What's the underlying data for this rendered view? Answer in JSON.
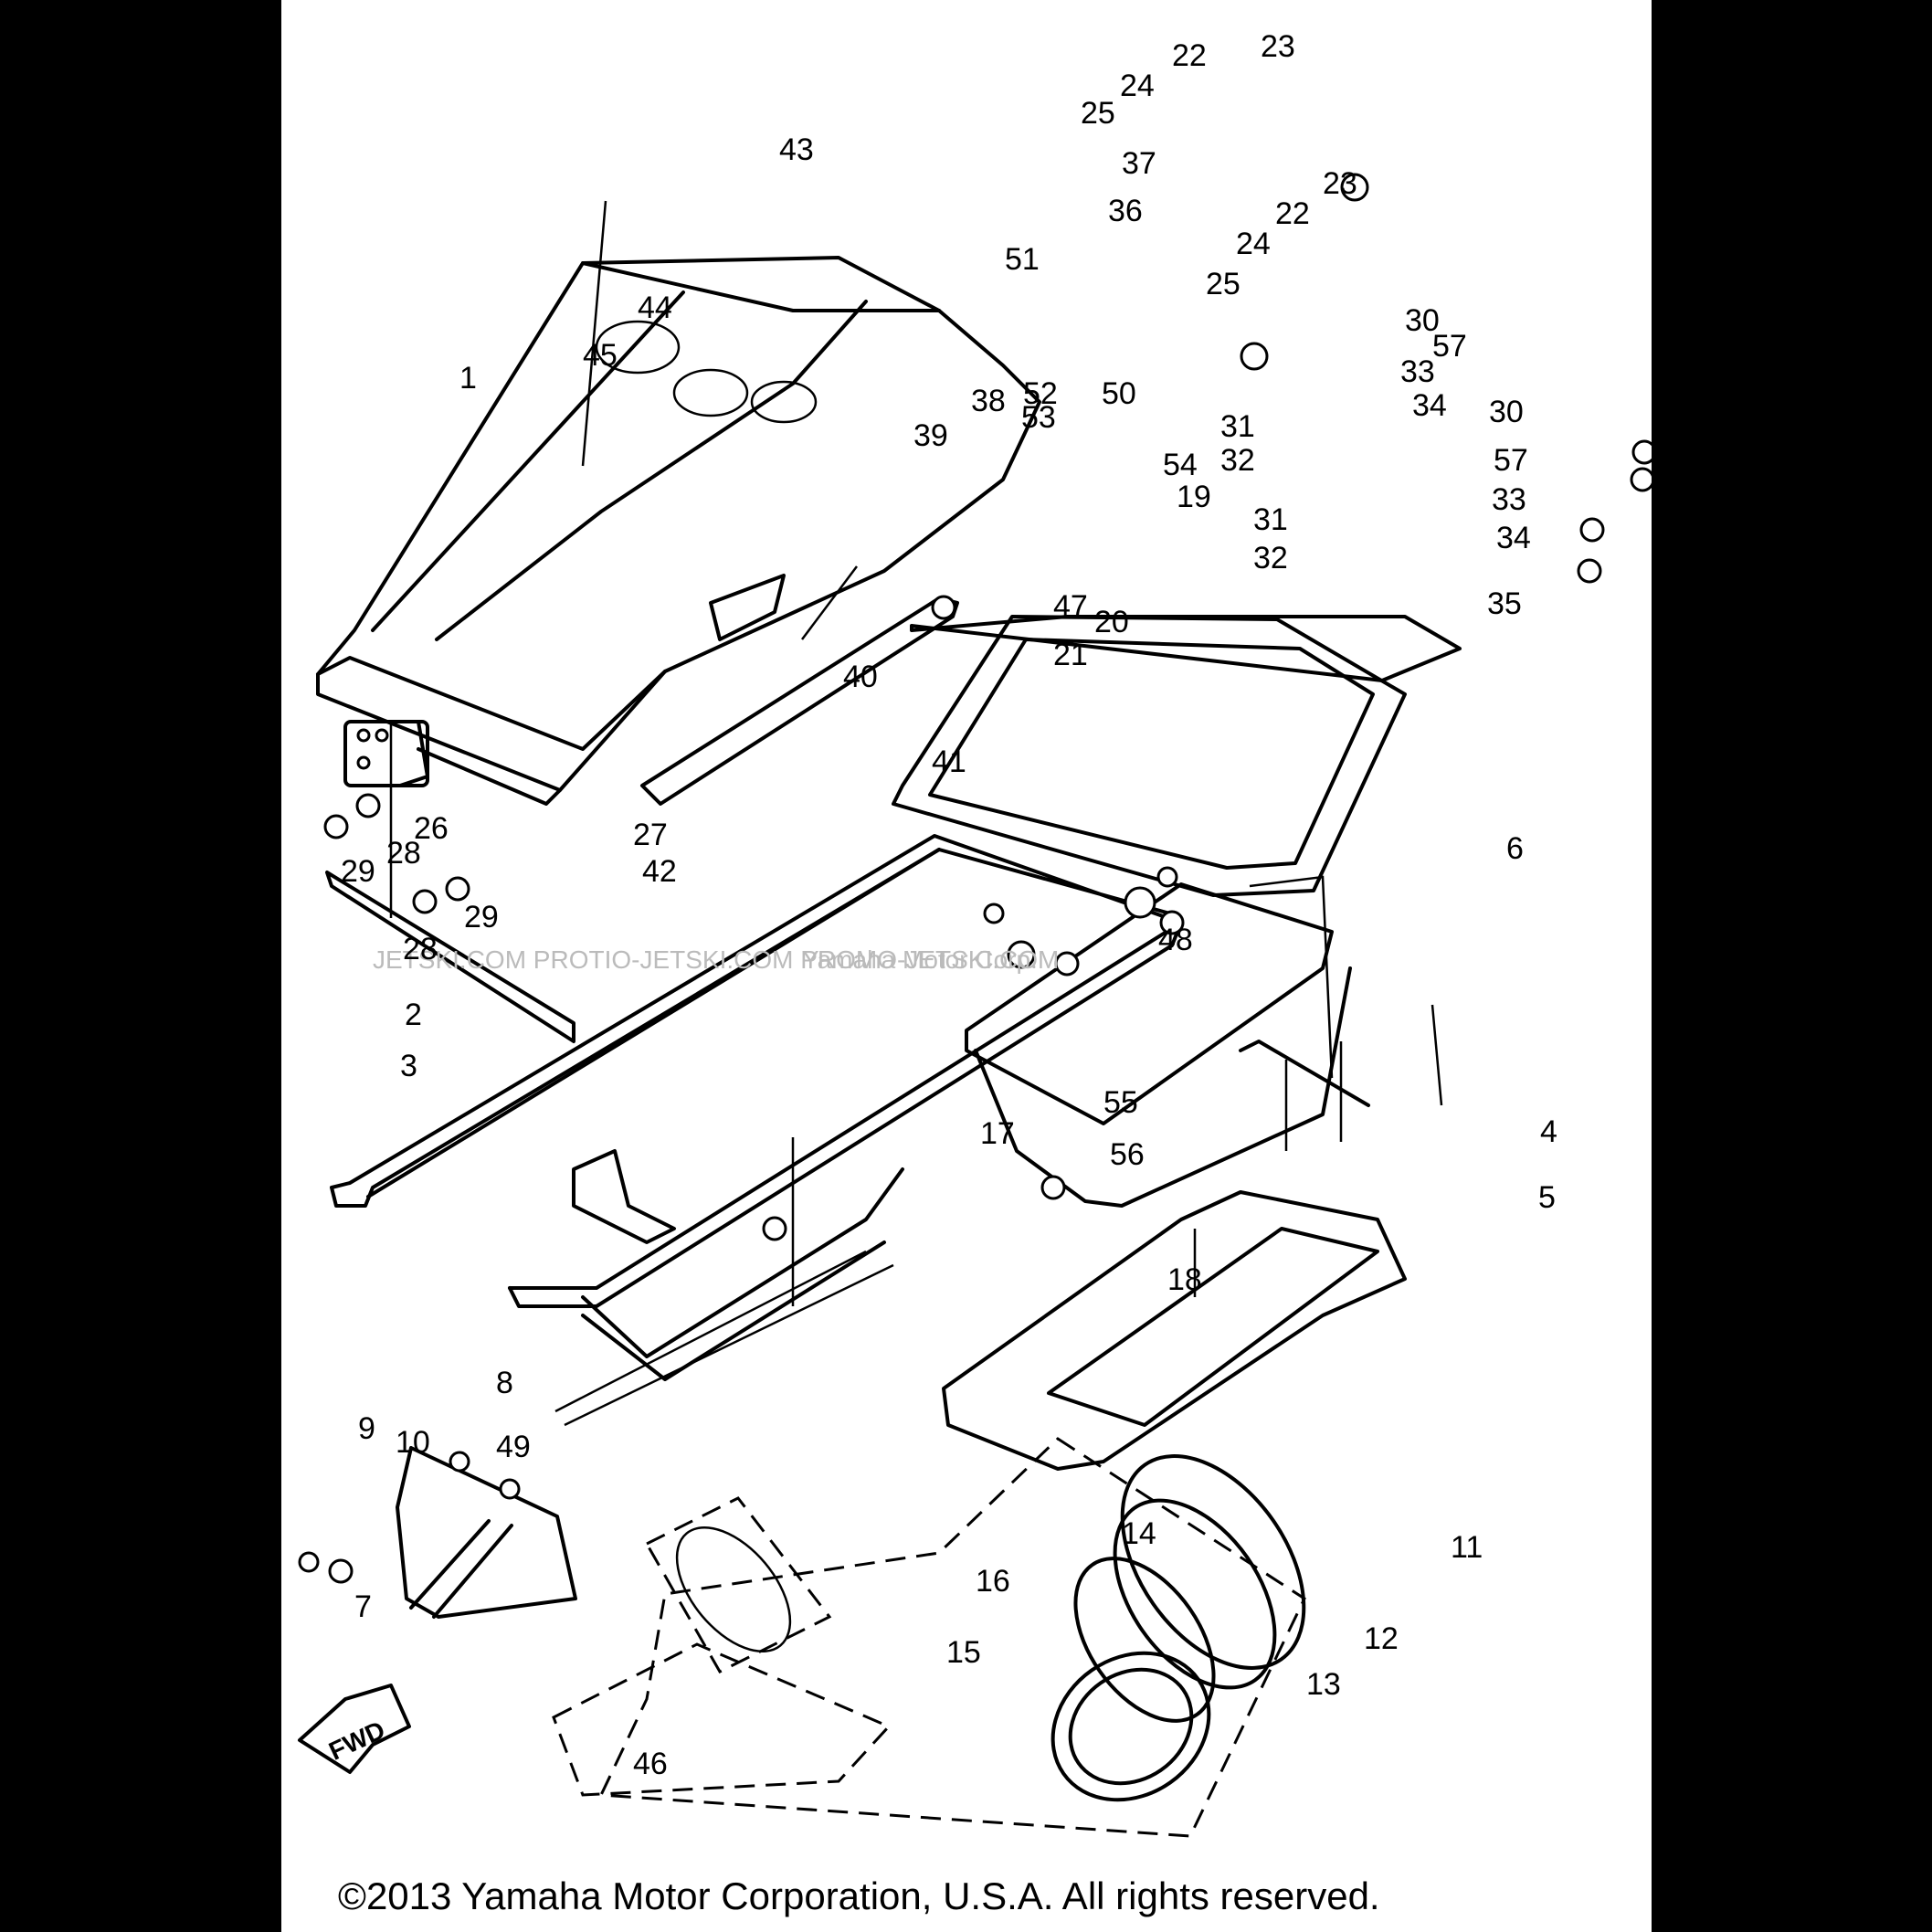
{
  "copyright": "©2013 Yamaha Motor Corporation, U.S.A. All rights reserved.",
  "watermark": "JETSKI.COM  PROTIO-JETSKI.COM  PROMO-JETSKI.COM",
  "watermark_center": "Yamaha Motor Corp.",
  "fwd_label": "FWD",
  "callouts": [
    "1",
    "2",
    "3",
    "4",
    "5",
    "6",
    "7",
    "8",
    "9",
    "10",
    "11",
    "12",
    "13",
    "14",
    "15",
    "16",
    "17",
    "18",
    "19",
    "20",
    "21",
    "22",
    "22",
    "23",
    "23",
    "24",
    "24",
    "25",
    "25",
    "26",
    "27",
    "28",
    "28",
    "29",
    "29",
    "30",
    "30",
    "31",
    "31",
    "32",
    "32",
    "33",
    "33",
    "34",
    "34",
    "35",
    "36",
    "37",
    "38",
    "39",
    "40",
    "41",
    "42",
    "43",
    "44",
    "45",
    "46",
    "47",
    "48",
    "49",
    "50",
    "51",
    "52",
    "53",
    "54",
    "55",
    "56",
    "57",
    "57"
  ],
  "colors": {
    "background": "#000000",
    "sheet": "#ffffff",
    "ink": "#000000"
  }
}
